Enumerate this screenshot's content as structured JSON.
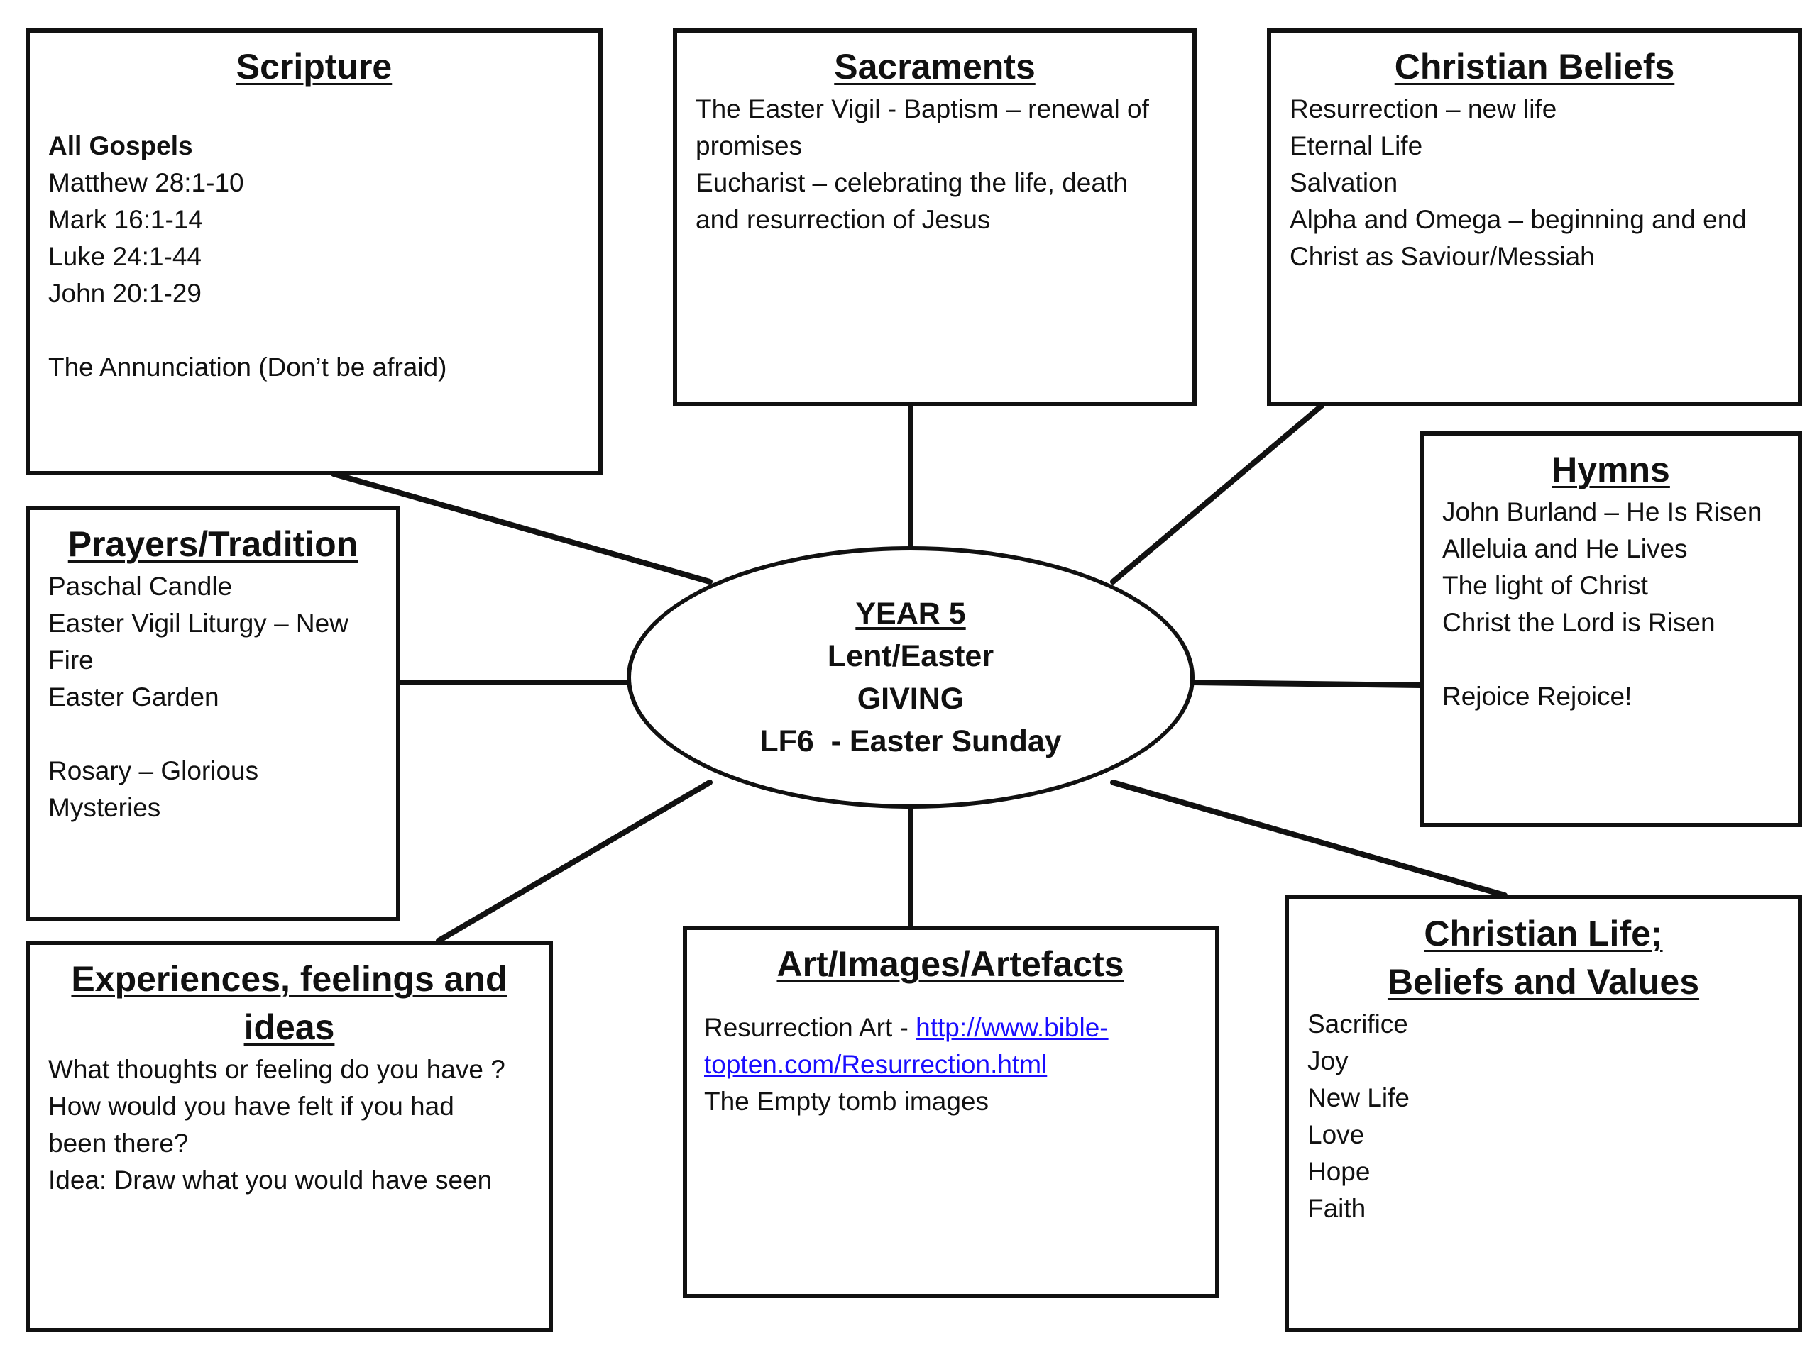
{
  "center": {
    "year": "YEAR 5",
    "season": "Lent/Easter",
    "theme": "GIVING",
    "unit": "LF6  - Easter Sunday"
  },
  "scripture": {
    "title": "Scripture",
    "heading": "All Gospels",
    "refs": [
      "Matthew 28:1-10",
      "Mark 16:1-14",
      "Luke 24:1-44",
      "John 20:1-29"
    ],
    "note": "The Annunciation (Don’t be afraid)"
  },
  "sacraments": {
    "title": "Sacraments",
    "lines": [
      "The Easter Vigil - Baptism – renewal of",
      "promises",
      "Eucharist – celebrating the life, death",
      "and resurrection of Jesus"
    ]
  },
  "christian_beliefs": {
    "title": "Christian Beliefs",
    "lines": [
      "Resurrection – new life",
      "Eternal Life",
      "Salvation",
      "Alpha and Omega – beginning and end",
      "Christ as Saviour/Messiah"
    ]
  },
  "prayers": {
    "title": "Prayers/Tradition",
    "lines": [
      "Paschal Candle",
      "Easter Vigil Liturgy – New",
      "Fire",
      "Easter Garden",
      "",
      "Rosary – Glorious",
      "Mysteries"
    ]
  },
  "hymns": {
    "title": "Hymns",
    "lines": [
      "John Burland – He Is Risen",
      "Alleluia and He Lives",
      "The light of Christ",
      "Christ the Lord is Risen",
      "",
      "Rejoice Rejoice!"
    ]
  },
  "experiences": {
    "title_line1": "Experiences, feelings and",
    "title_line2": "ideas",
    "lines": [
      "What thoughts or feeling do you have ?",
      "How would you have felt if you had",
      "been there?",
      "Idea: Draw what you would have seen"
    ]
  },
  "art": {
    "title": "Art/Images/Artefacts",
    "prefix": "Resurrection Art - ",
    "link_part1": "http://www.bible-",
    "link_part2": "topten.com/Resurrection.html",
    "extra": "The Empty tomb images"
  },
  "christian_life": {
    "title_line1": "Christian Life;",
    "title_line2": "Beliefs and Values",
    "lines": [
      "Sacrifice",
      "Joy",
      "New Life",
      "Love",
      "Hope",
      "Faith"
    ]
  }
}
